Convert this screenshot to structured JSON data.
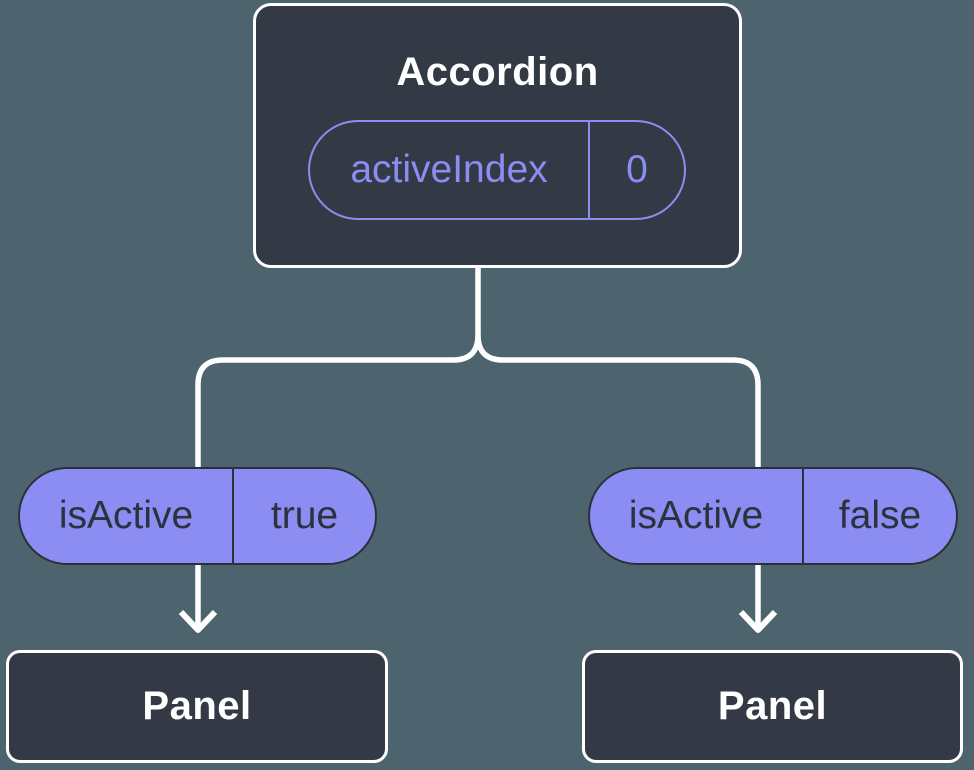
{
  "diagram": {
    "type": "component-tree",
    "root": {
      "label": "Accordion",
      "state": {
        "name": "activeIndex",
        "value": "0"
      }
    },
    "branches": [
      {
        "prop": {
          "name": "isActive",
          "value": "true"
        },
        "child": {
          "label": "Panel"
        }
      },
      {
        "prop": {
          "name": "isActive",
          "value": "false"
        },
        "child": {
          "label": "Panel"
        }
      }
    ]
  },
  "colors": {
    "background": "#4d646e",
    "node_fill": "#333a46",
    "node_border": "#ffffff",
    "connector": "#ffffff",
    "accent_purple": "#8b8df2",
    "text_on_purple": "#2c323d",
    "text_on_dark": "#ffffff",
    "pill_border_dark": "#2b313c"
  },
  "icons": {
    "arrow_down": "chevron-style down arrowhead"
  }
}
